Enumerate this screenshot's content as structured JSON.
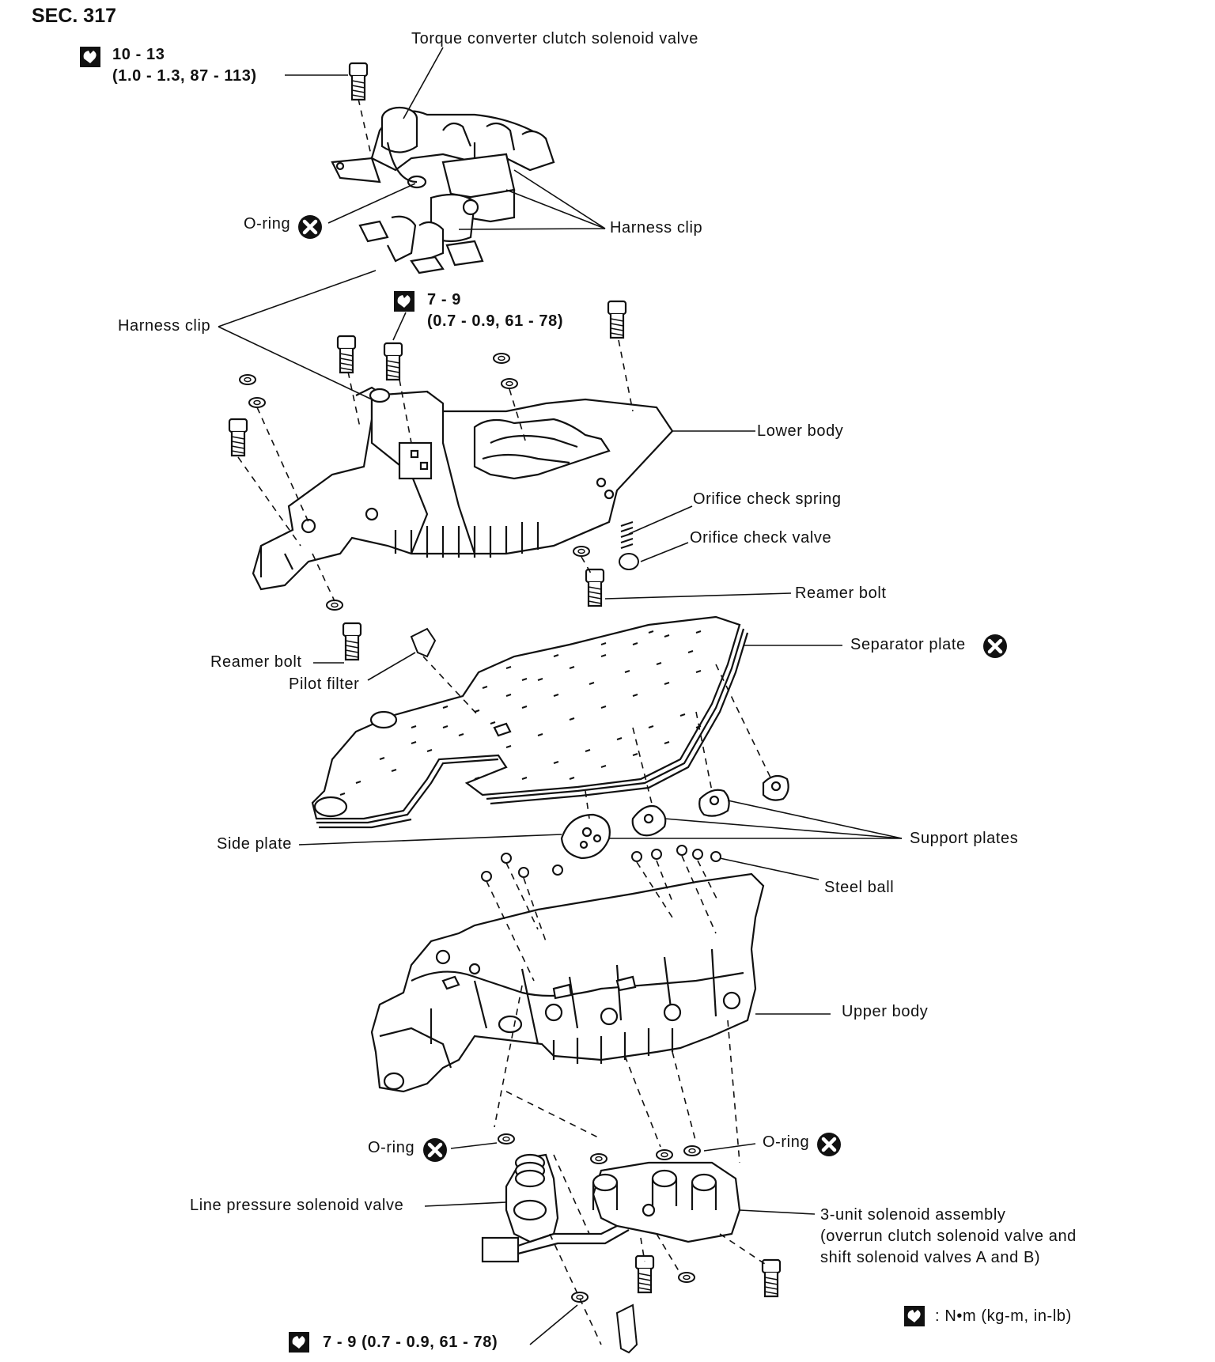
{
  "section": "SEC. 317",
  "torque_specs": [
    {
      "value": "10 - 13",
      "range": "(1.0 - 1.3, 87 - 113)"
    },
    {
      "value": "7 - 9",
      "range": "(0.7 - 0.9, 61 - 78)"
    },
    {
      "value": "7 - 9 (0.7 - 0.9, 61 - 78)"
    }
  ],
  "labels": {
    "torque_converter": "Torque converter clutch solenoid valve",
    "oring": "O-ring",
    "harness_clip": "Harness clip",
    "lower_body": "Lower body",
    "orifice_check_spring": "Orifice check spring",
    "orifice_check_valve": "Orifice check valve",
    "reamer_bolt": "Reamer bolt",
    "separator_plate": "Separator plate",
    "pilot_filter": "Pilot filter",
    "side_plate": "Side plate",
    "support_plates": "Support plates",
    "steel_ball": "Steel ball",
    "upper_body": "Upper body",
    "line_pressure": "Line pressure solenoid valve",
    "three_unit_line1": "3-unit solenoid assembly",
    "three_unit_line2": "(overrun clutch solenoid valve and",
    "three_unit_line3": "shift solenoid valves A and B)"
  },
  "legend": {
    "text": ": N•m (kg-m, in-lb)"
  },
  "icons": {
    "torque_symbol": "wrench-icon",
    "replace_symbol": "do-not-reuse-icon"
  }
}
